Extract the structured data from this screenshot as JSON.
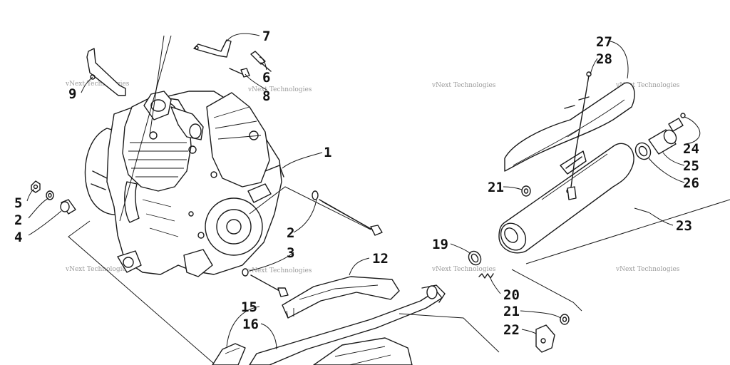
{
  "watermark": "vNext Technologies",
  "callouts": [
    {
      "id": "c7",
      "label": "7"
    },
    {
      "id": "c6",
      "label": "6"
    },
    {
      "id": "c8",
      "label": "8"
    },
    {
      "id": "c9",
      "label": "9"
    },
    {
      "id": "c1",
      "label": "1"
    },
    {
      "id": "c5",
      "label": "5"
    },
    {
      "id": "c2a",
      "label": "2"
    },
    {
      "id": "c4",
      "label": "4"
    },
    {
      "id": "c2b",
      "label": "2"
    },
    {
      "id": "c3",
      "label": "3"
    },
    {
      "id": "c12",
      "label": "12"
    },
    {
      "id": "c15",
      "label": "15"
    },
    {
      "id": "c16",
      "label": "16"
    },
    {
      "id": "c19",
      "label": "19"
    },
    {
      "id": "c20",
      "label": "20"
    },
    {
      "id": "c21a",
      "label": "21"
    },
    {
      "id": "c21b",
      "label": "21"
    },
    {
      "id": "c22",
      "label": "22"
    },
    {
      "id": "c23",
      "label": "23"
    },
    {
      "id": "c24",
      "label": "24"
    },
    {
      "id": "c25",
      "label": "25"
    },
    {
      "id": "c26",
      "label": "26"
    },
    {
      "id": "c27",
      "label": "27"
    },
    {
      "id": "c28",
      "label": "28"
    }
  ]
}
